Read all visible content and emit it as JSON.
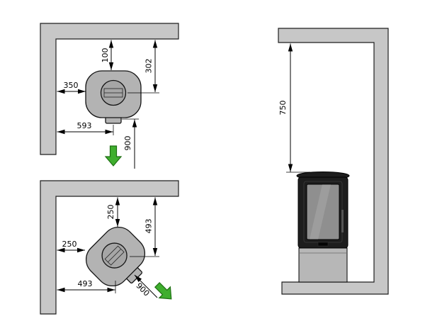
{
  "colors": {
    "wall_fill": "#c7c7c7",
    "stove_body": "#b3b3b3",
    "flue_fill": "#a6a6a6",
    "damper_fill": "#8e8e8e",
    "stove_dark": "#1d1d1d",
    "glass": "#8f8f8f",
    "base_fill": "#b7b7b7",
    "arrow_green": "#3fae2e"
  },
  "views": {
    "rear": {
      "dims": {
        "back_wall_to_stove": "100",
        "back_wall_to_flue_center": "302",
        "side_wall_to_stove": "350",
        "side_wall_to_flue_center": "593",
        "front_clearance": "900"
      }
    },
    "corner": {
      "dims": {
        "back_wall_to_stove": "250",
        "back_wall_to_flue_center": "493",
        "side_wall_to_stove": "250",
        "side_wall_to_flue_center": "493",
        "front_clearance": "900"
      }
    },
    "elevation": {
      "dims": {
        "wall_to_stove_top": "750"
      }
    }
  }
}
